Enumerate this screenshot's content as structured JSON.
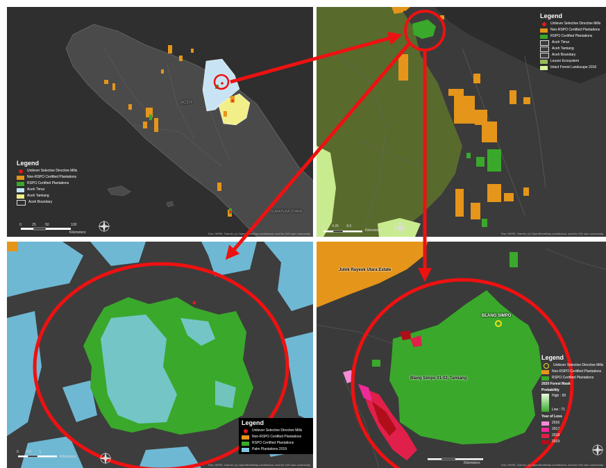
{
  "panel1": {
    "legend": {
      "title": "Legend",
      "items": [
        {
          "label": "Unilever Selective Directive Mills",
          "color": "#e01919",
          "kind": "dot"
        },
        {
          "label": "Non-RSPO Certified Plantations",
          "color": "#e5951a",
          "kind": "box"
        },
        {
          "label": "RSPO Certified Plantations",
          "color": "#3aa82b",
          "kind": "box"
        },
        {
          "label": "Aceh Timur",
          "color": "#c8e4f4",
          "kind": "box"
        },
        {
          "label": "Aceh Tamiang",
          "color": "#f2ef8a",
          "kind": "box"
        },
        {
          "label": "Aceh Boundary",
          "color": "#2f2f2f",
          "kind": "outline"
        }
      ]
    },
    "region_label": "ACEH",
    "region_label2": "SUMATERA UTARA",
    "scale_ticks": [
      "0",
      "25",
      "50",
      "100"
    ],
    "scale_unit": "Kilometers",
    "credit": "Esri, HERE, Garmin, (c) OpenStreetMap contributors, and the GIS user community"
  },
  "panel2": {
    "legend": {
      "title": "Legend",
      "items": [
        {
          "label": "Unilever Selective Directive Mills",
          "color": "#e01919",
          "kind": "dot"
        },
        {
          "label": "Non-RSPO Certified Plantations",
          "color": "#e5951a",
          "kind": "box"
        },
        {
          "label": "RSPO Certified Plantations",
          "color": "#3aa82b",
          "kind": "box"
        },
        {
          "label": "Aceh Timur",
          "color": "#3b3b3b",
          "kind": "outline"
        },
        {
          "label": "Aceh Tamiang",
          "color": "#3b3b3b",
          "kind": "outline"
        },
        {
          "label": "Aceh Boundary",
          "color": "#3b3b3b",
          "kind": "outline"
        },
        {
          "label": "Leuser Ecosystem",
          "color": "#98b85a",
          "kind": "box"
        },
        {
          "label": "Intact Forest Landscape 2016",
          "color": "#d9f3a0",
          "kind": "box"
        }
      ]
    },
    "scale_ticks": [
      "0",
      "4.25",
      "8.5"
    ],
    "scale_unit": "Kilometers",
    "credit": "Esri, HERE, Garmin, (c) OpenStreetMap contributors, and the GIS user community"
  },
  "panel3": {
    "legend": {
      "title": "Legend",
      "items": [
        {
          "label": "Unilever Selective Directive Mills",
          "color": "#e01919",
          "kind": "dot"
        },
        {
          "label": "Non-RSPO Certified Plantations",
          "color": "#e5951a",
          "kind": "box"
        },
        {
          "label": "RSPO Certified Plantations",
          "color": "#3aa82b",
          "kind": "box"
        },
        {
          "label": "Palm Plantations 2019",
          "color": "#7ecbe0",
          "kind": "box"
        }
      ]
    },
    "scale_ticks": [
      "0",
      "0.5",
      "1"
    ],
    "scale_unit": "Kilometers",
    "credit": "Esri, HERE, Garmin, (c) OpenStreetMap contributors, and the GIS user community"
  },
  "panel4": {
    "label_estate": "Julok Rayeuk Utara Estate",
    "label_mill": "BLANG SIMPO",
    "label_plantation": "Blang Simpo 01-02, Tamiang",
    "legend": {
      "title": "Legend",
      "items": [
        {
          "label": "Unilever Selective Directive Mills",
          "color": "#f0e020",
          "kind": "ring"
        },
        {
          "label": "Non-RSPO Certified Plantations",
          "color": "#e5951a",
          "kind": "box"
        },
        {
          "label": "RSPO Certified Plantations",
          "color": "#3aa82b",
          "kind": "box"
        }
      ],
      "mask_title": "2020 Forest Mask",
      "probability_title": "Probability",
      "prob_high": "High : 99",
      "prob_low": "Low : 71",
      "loss_title": "Year of Loss",
      "loss_items": [
        {
          "label": "2016",
          "color": "#f58bd6"
        },
        {
          "label": "2017",
          "color": "#ee2a9a"
        },
        {
          "label": "2018",
          "color": "#e0204a"
        },
        {
          "label": "2019",
          "color": "#b00f1a"
        }
      ]
    },
    "scale_unit": "Kilometers",
    "credit": "Esri, HERE, Garmin, (c) OpenStreetMap contributors, and the GIS user community"
  },
  "colors": {
    "highlight": "#ee1111",
    "rspo": "#3aa82b",
    "non_rspo": "#e5951a",
    "palm": "#7ecbe0"
  }
}
